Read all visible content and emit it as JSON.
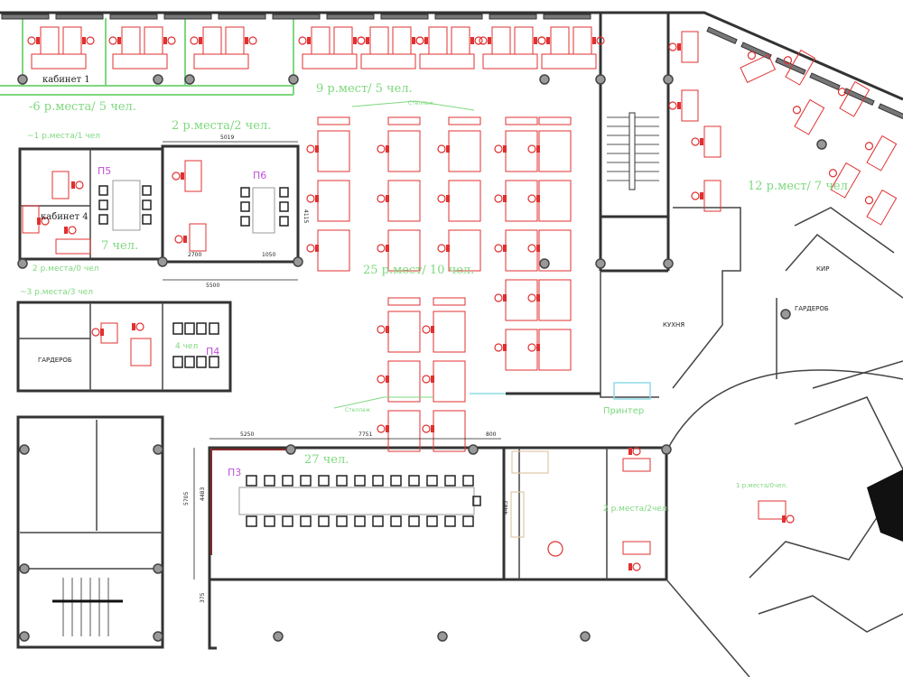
{
  "plan": {
    "zones": {
      "cabinet1": "кабинет 1",
      "cabinet4": "кабинет 4",
      "cabinet1_capacity": "-6 р.места/ 5 чел.",
      "p6_capacity": "2 р.места/2 чел.",
      "small_office_capacity": "~1 р.места/1 чел",
      "p5": "П5",
      "p6": "П6",
      "p5_people": "7 чел.",
      "cabinet4_capacity": "2 р.места/0 чел",
      "office_left_capacity": "~3 р.места/3 чел",
      "wardrobe_left": "ГАРДЕРОБ",
      "p4_people": "4 чел",
      "p4": "П4",
      "open_top_capacity": "9 р.мест/ 5 чел.",
      "open_main_capacity": "25 р.мест/ 10 чел.",
      "open_right_capacity": "12 р.мест/ 7 чел.",
      "kitchen": "КУХНЯ",
      "wardrobe_right": "ГАРДЕРОБ",
      "storage": "КИР",
      "printer": "Принтер",
      "p3_people": "27 чел.",
      "p3": "П3",
      "reception_capacity": "2 р.места/2чел.",
      "lobby_capacity": "1 р.места/0чел.",
      "shelving_top": "Стеллаж",
      "shelving_bottom": "Стеллаж"
    },
    "dimensions": {
      "p6_width": "5019",
      "p5p6_width": "5500",
      "p6_desk": "2700",
      "p6_door": "1050",
      "p6_height": "4115",
      "main_h": "4115",
      "p3_seg1": "5250",
      "p3_seg2": "7751",
      "p3_seg3": "800",
      "p3_height": "5705",
      "p3_inner": "4483",
      "p3_lower": "375",
      "lounge": "4485"
    },
    "colors": {
      "furniture": "#e03030",
      "annotation": "#7ed87e",
      "room_code": "#c050d8"
    }
  }
}
